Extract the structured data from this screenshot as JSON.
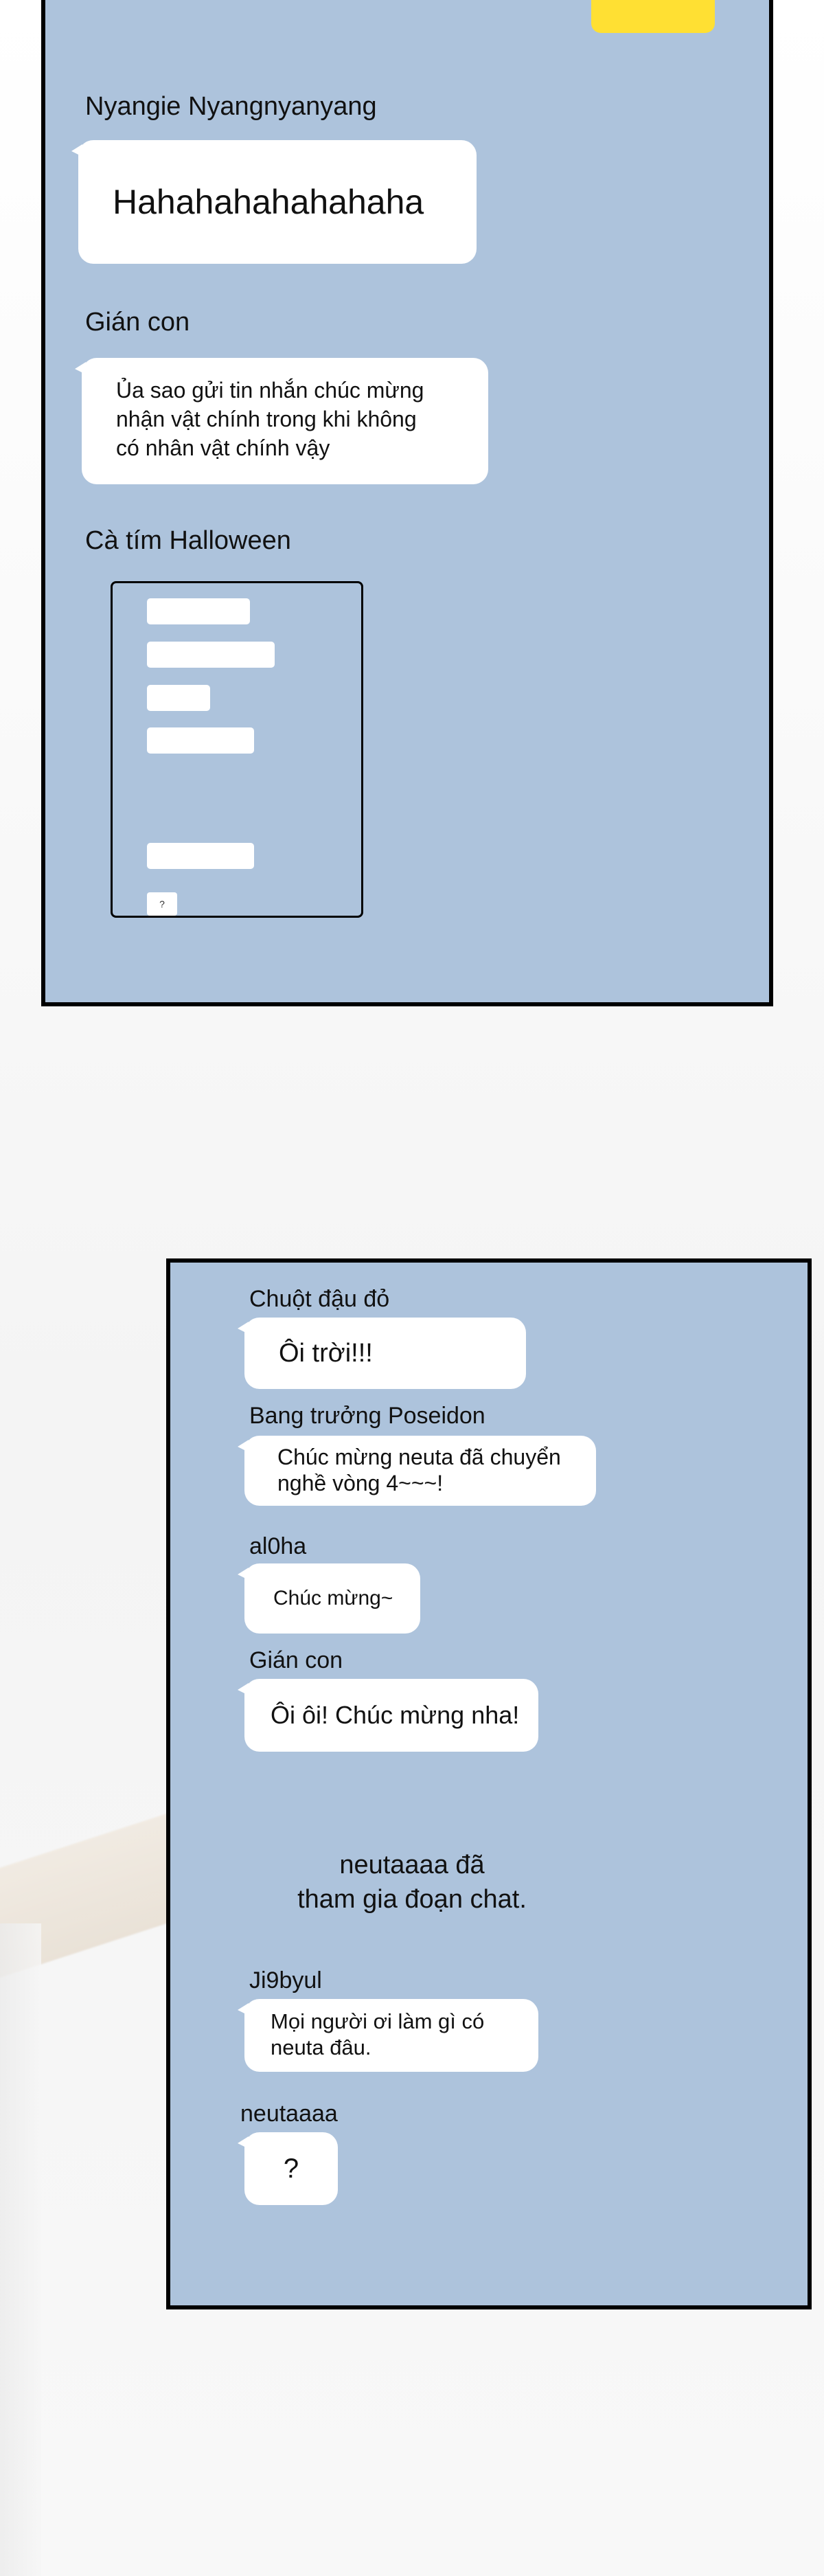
{
  "panel_top": {
    "messages": [
      {
        "sender": "Nyangie Nyangnyanyang",
        "text": "Hahahahahahahaha"
      },
      {
        "sender": "Gián con",
        "text": "Ủa sao gửi tin nhắn chúc mừng\nnhận vật chính trong khi không\ncó nhân vật chính vậy"
      },
      {
        "sender": "Cà tím Halloween",
        "text": "?"
      }
    ]
  },
  "panel_bottom": {
    "messages": [
      {
        "sender": "Chuột đậu đỏ",
        "text": "Ôi trời!!!"
      },
      {
        "sender": "Bang trưởng Poseidon",
        "text": "Chúc mừng neuta đã chuyển\nnghề vòng 4~~~!"
      },
      {
        "sender": "al0ha",
        "text": "Chúc mừng~"
      },
      {
        "sender": "Gián con",
        "text": "Ôi ôi! Chúc mừng nha!"
      },
      {
        "sender": "Ji9byul",
        "text": "Mọi người ơi làm gì có\nneuta đâu."
      },
      {
        "sender": "neutaaaa",
        "text": "?"
      }
    ],
    "system_notice": "neutaaaa đã\ntham gia đoạn chat."
  },
  "colors": {
    "panel_background": "#adc3dc",
    "bubble": "#ffffff",
    "accent_yellow": "#ffe033",
    "border": "#000000"
  }
}
